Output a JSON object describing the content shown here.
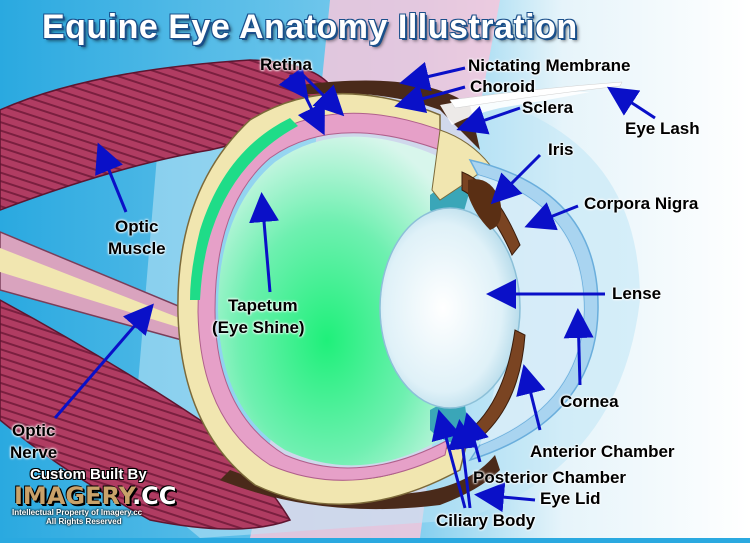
{
  "title": "Equine Eye Anatomy Illustration",
  "labels": {
    "retina": "Retina",
    "nictating": "Nictating Membrane",
    "choroid": "Choroid",
    "sclera": "Sclera",
    "eye_lash": "Eye Lash",
    "iris": "Iris",
    "corpora_nigra": "Corpora Nigra",
    "lense": "Lense",
    "cornea": "Cornea",
    "anterior": "Anterior Chamber",
    "posterior": "Posterior Chamber",
    "eye_lid": "Eye Lid",
    "ciliary": "Ciliary Body",
    "optic_muscle_1": "Optic",
    "optic_muscle_2": "Muscle",
    "tapetum_1": "Tapetum",
    "tapetum_2": "(Eye Shine)",
    "optic_nerve_1": "Optic",
    "optic_nerve_2": "Nerve"
  },
  "logo": {
    "line1": "Custom Built By",
    "brand": "IMAGERY",
    "brand_suffix": ".CC",
    "line3": "Intellectual Property of Imagery.cc",
    "line4": "All Rights Reserved"
  },
  "colors": {
    "background": "#2aa9e0",
    "vitreous": "#2cf08a",
    "arrow": "#0a10c8",
    "sclera": "#f1e6b0",
    "retina_pink": "#e6a0c8",
    "muscle": "#a33a5a",
    "iris": "#6b3a1e"
  }
}
